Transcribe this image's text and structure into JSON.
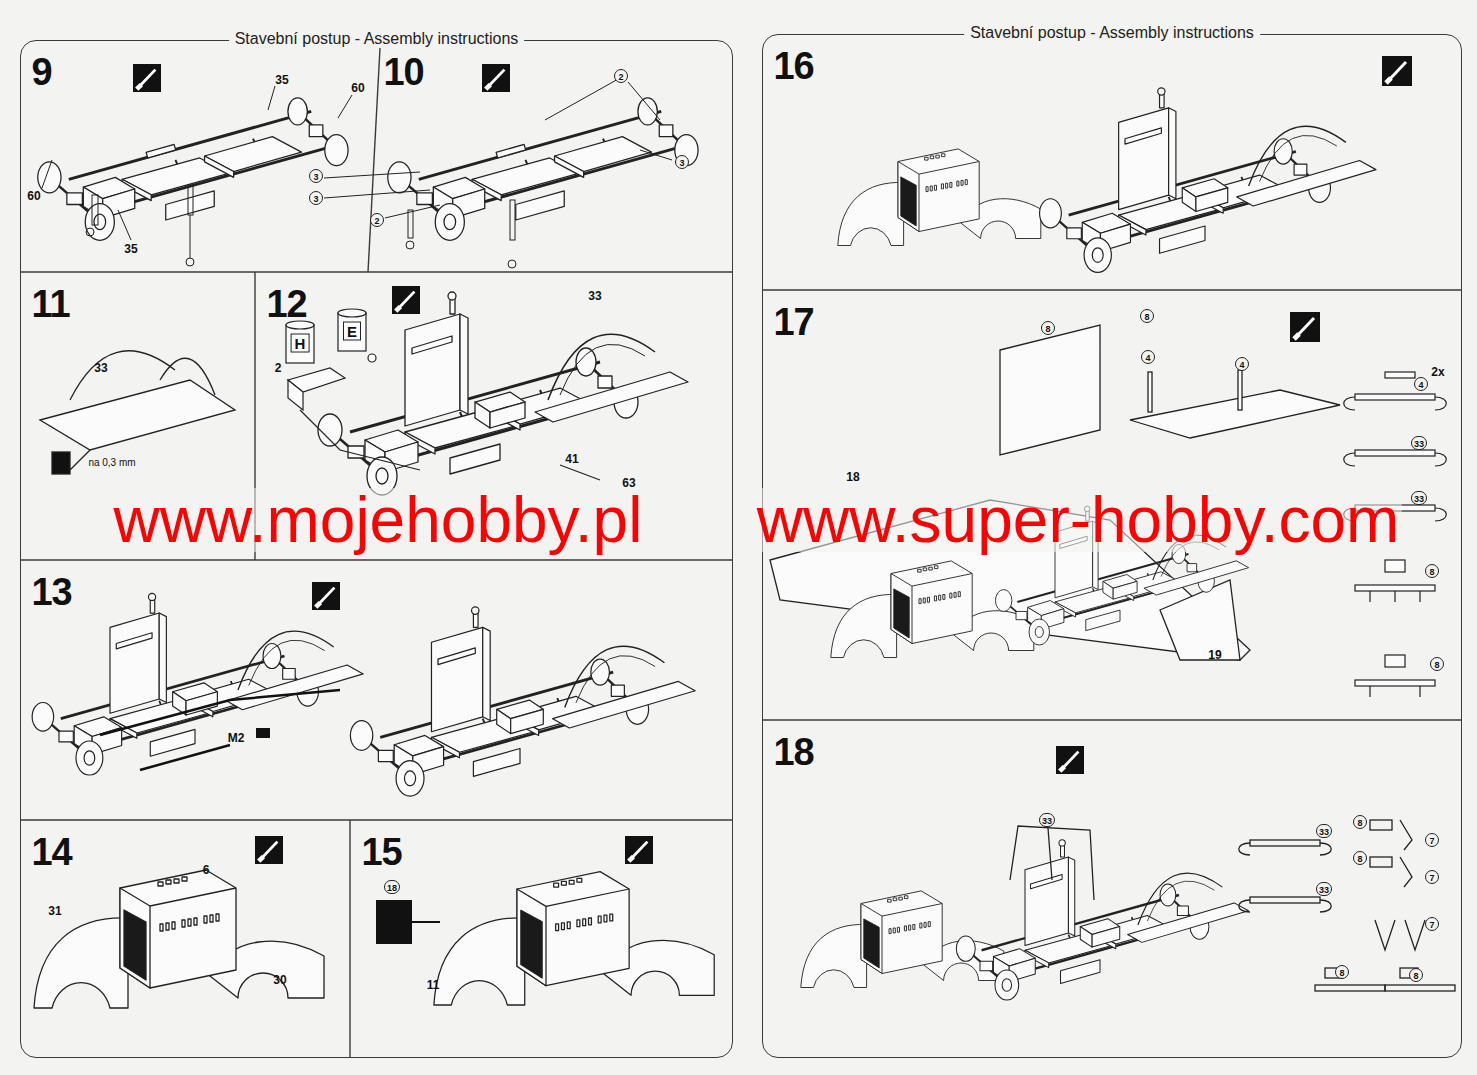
{
  "diagram": {
    "nodes": [
      {
        "text": [
          "Stavební postup - Assembly instructions"
        ]
      },
      {
        "text": [
          "Stavební postup - Assembly instructions"
        ]
      },
      {
        "text": [
          "9"
        ],
        "in": 0
      },
      {
        "text": [
          "10"
        ],
        "in": 0
      },
      {
        "text": [
          "11"
        ],
        "in": 0
      },
      {
        "text": [
          "12"
        ],
        "in": 0
      },
      {
        "text": [
          "13"
        ],
        "in": 0
      },
      {
        "text": [
          "14"
        ],
        "in": 0
      },
      {
        "text": [
          "15"
        ],
        "in": 0
      },
      {
        "text": [
          "16"
        ],
        "in": 1
      },
      {
        "text": [
          "17"
        ],
        "in": 1
      },
      {
        "text": [
          "18"
        ],
        "in": 1
      }
    ],
    "labels": [
      "35",
      "60",
      "60",
      "35",
      "2",
      "3",
      "3",
      "2",
      "3",
      "33",
      "na 0,3 mm",
      "33",
      "H",
      "E",
      "2",
      "41",
      "63",
      "M2",
      "6",
      "31",
      "30",
      "18",
      "11",
      "8",
      "8",
      "4",
      "4",
      "2x",
      "4",
      "33",
      "33",
      "8",
      "8",
      "18",
      "19",
      "33",
      "33",
      "33",
      "8",
      "7",
      "8",
      "7",
      "7",
      "8",
      "8",
      "www.mojehobby.pl",
      "www.super-hobby.com"
    ]
  }
}
